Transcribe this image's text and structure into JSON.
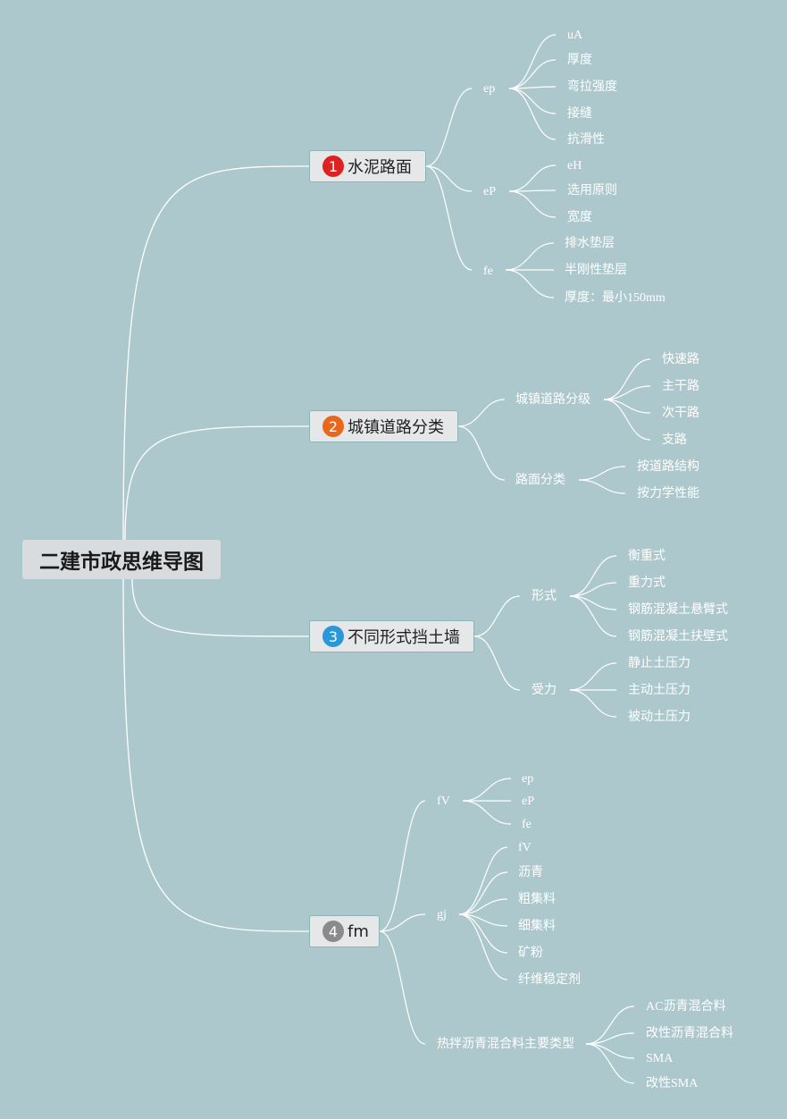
{
  "root": "二建市政思维导图",
  "branches": [
    {
      "num": "1",
      "label": "水泥路面",
      "color": "#dd2222",
      "children": [
        {
          "label": "ep",
          "children": [
            "uA",
            "厚度",
            "弯拉强度",
            "接缝",
            "抗滑性"
          ]
        },
        {
          "label": "eP",
          "children": [
            "eH",
            "选用原则",
            "宽度"
          ]
        },
        {
          "label": "fe",
          "children": [
            "排水垫层",
            "半刚性垫层",
            "厚度：最小150mm"
          ]
        }
      ]
    },
    {
      "num": "2",
      "label": "城镇道路分类",
      "color": "#e8671b",
      "children": [
        {
          "label": "城镇道路分级",
          "children": [
            "快速路",
            "主干路",
            "次干路",
            "支路"
          ]
        },
        {
          "label": "路面分类",
          "children": [
            "按道路结构",
            "按力学性能"
          ]
        }
      ]
    },
    {
      "num": "3",
      "label": "不同形式挡土墙",
      "color": "#2a97d8",
      "children": [
        {
          "label": "形式",
          "children": [
            "衡重式",
            "重力式",
            "钢筋混凝土悬臂式",
            "钢筋混凝土扶壁式"
          ]
        },
        {
          "label": "受力",
          "children": [
            "静止土压力",
            "主动土压力",
            "被动土压力"
          ]
        }
      ]
    },
    {
      "num": "4",
      "label": "fm",
      "color": "#8a8a8a",
      "children": [
        {
          "label": "fV",
          "children": [
            "ep",
            "eP",
            "fe"
          ]
        },
        {
          "label": "gj",
          "children": [
            "fV",
            "沥青",
            "粗集料",
            "细集料",
            "矿粉",
            "纤维稳定剂"
          ]
        },
        {
          "label": "热拌沥青混合料主要类型",
          "children": [
            "AC沥青混合料",
            "改性沥青混合料",
            "SMA",
            "改性SMA"
          ]
        }
      ]
    }
  ]
}
